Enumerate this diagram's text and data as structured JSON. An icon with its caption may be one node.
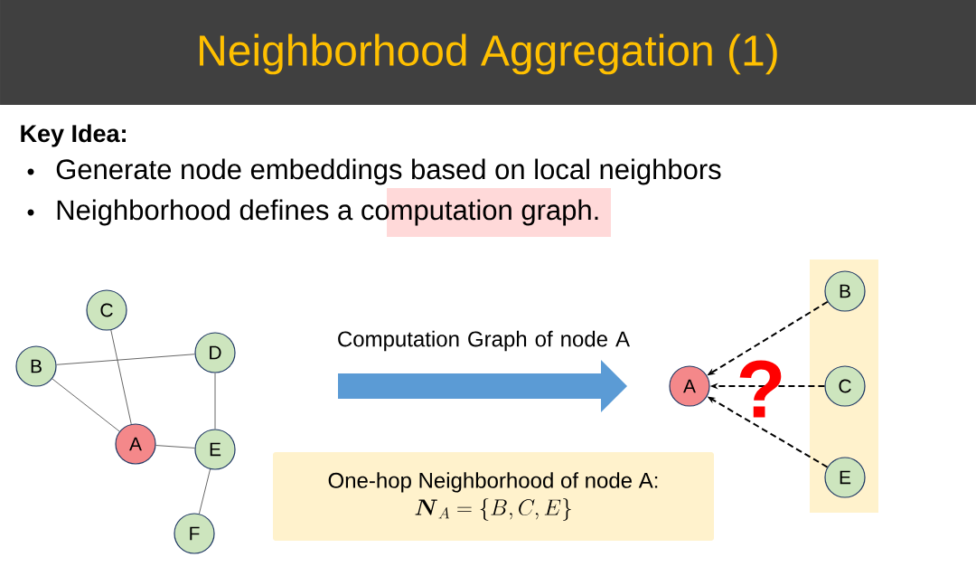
{
  "diagram": {
    "title": "Neighborhood Aggregation (1)",
    "nodes": [
      {
        "text": [
          "C"
        ]
      },
      {
        "text": [
          "B"
        ]
      },
      {
        "text": [
          "D"
        ]
      },
      {
        "text": [
          "A"
        ]
      },
      {
        "text": [
          "E"
        ]
      },
      {
        "text": [
          "F"
        ]
      },
      {
        "text": [],
        "shape": "box"
      },
      {
        "text": [
          "A"
        ]
      },
      {
        "text": [
          "B"
        ],
        "in": 6
      },
      {
        "text": [
          "C"
        ],
        "in": 6
      },
      {
        "text": [
          "E"
        ],
        "in": 6
      },
      {
        "text": [
          "One-hop Neighborhood of node A:",
          "\\boldsymbol{N}_A = \\{B, C, E\\}"
        ]
      }
    ],
    "edges": [
      {
        "from": 0,
        "to": 3,
        "arrow": "none"
      },
      {
        "from": 1,
        "to": 2,
        "arrow": "none"
      },
      {
        "from": 1,
        "to": 3,
        "arrow": "none"
      },
      {
        "from": 2,
        "to": 4,
        "arrow": "none"
      },
      {
        "from": 3,
        "to": 4,
        "arrow": "none"
      },
      {
        "from": 4,
        "to": 5,
        "arrow": "none"
      },
      {
        "from": 8,
        "to": 7,
        "arrow": "to",
        "style": "dashed"
      },
      {
        "from": 9,
        "to": 7,
        "arrow": "to",
        "style": "dashed"
      },
      {
        "from": 10,
        "to": 7,
        "arrow": "to",
        "style": "dashed"
      }
    ],
    "labels": [
      "Key Idea:",
      "Generate node embeddings based on local neighbors",
      "Neighborhood defines a computation graph.",
      "Computation Graph of node A",
      "?"
    ]
  }
}
